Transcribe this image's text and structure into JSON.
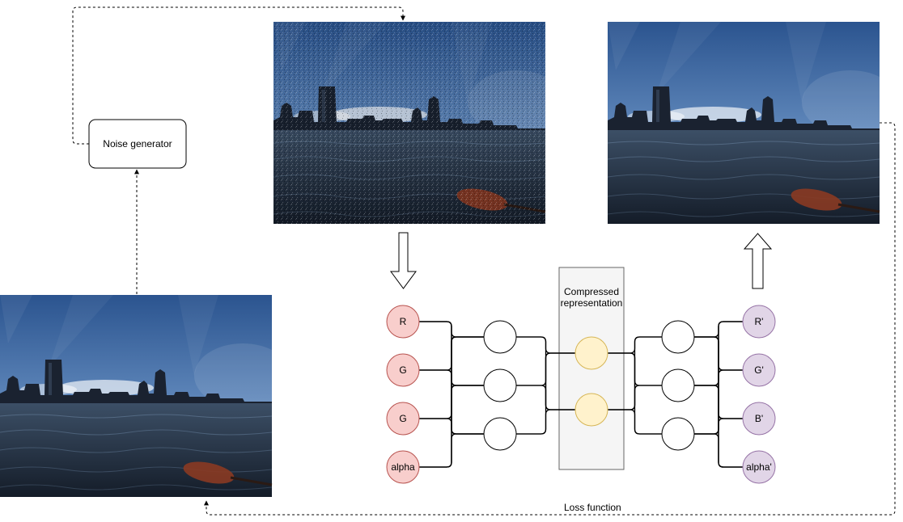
{
  "diagram": {
    "noise_generator_label": "Noise generator",
    "compressed_label_line1": "Compressed",
    "compressed_label_line2": "representation",
    "loss_label": "Loss function",
    "input_nodes": [
      "R",
      "G",
      "G",
      "alpha"
    ],
    "output_nodes": [
      "R'",
      "G'",
      "B'",
      "alpha'"
    ],
    "colors": {
      "input_fill": "#f8cecc",
      "input_stroke": "#b85450",
      "output_fill": "#e1d5e7",
      "output_stroke": "#9673a6",
      "latent_fill": "#fff2cc",
      "latent_stroke": "#d6b656",
      "compressed_box_fill": "#f5f5f5",
      "compressed_box_stroke": "#666666",
      "sky_top": "#2e5a9a",
      "sky_bottom": "#a9c4e2",
      "water": "#1e2c40"
    }
  }
}
